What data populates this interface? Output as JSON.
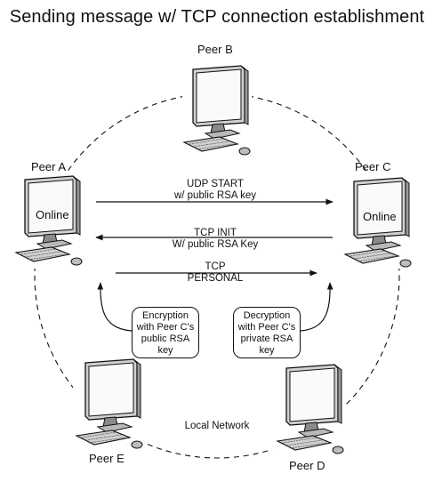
{
  "title": "Sending message w/ TCP connection establishment",
  "peers": {
    "a": {
      "name": "Peer A",
      "screen": "Online"
    },
    "b": {
      "name": "Peer B"
    },
    "c": {
      "name": "Peer C",
      "screen": "Online"
    },
    "d": {
      "name": "Peer D"
    },
    "e": {
      "name": "Peer E"
    }
  },
  "messages": {
    "udp_start": [
      "UDP START",
      "w/ public RSA key"
    ],
    "tcp_init": [
      "TCP INIT",
      "W/ public RSA Key"
    ],
    "tcp_personal": [
      "TCP",
      "PERSONAL"
    ]
  },
  "notes": {
    "encryption": "Encryption\nwith Peer C's\npublic RSA\nkey",
    "decryption": "Decryption\nwith Peer C's\nprivate RSA\nkey"
  },
  "network_label": "Local Network"
}
